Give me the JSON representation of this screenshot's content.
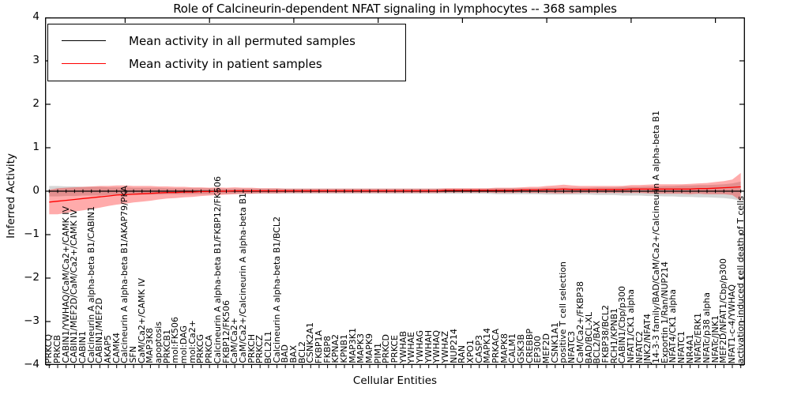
{
  "chart_data": {
    "type": "line",
    "title": "Role of Calcineurin-dependent NFAT signaling in lymphocytes -- 368 samples",
    "xlabel": "Cellular Entities",
    "ylabel": "Inferred Activity",
    "ylim": [
      -4,
      4
    ],
    "yticks": [
      "4",
      "3",
      "2",
      "1",
      "0",
      "-1",
      "-2",
      "-3",
      "-4"
    ],
    "grid": false,
    "legend_position": "upper left",
    "categories": [
      "PRKCQ",
      "PRKCB",
      "CABIN1/YWHAQ/CaM/Ca2+/CAMK IV",
      "CABIN1/MEF2D/CaM/Ca2+/CAMK IV",
      "CABIN1",
      "Calcineurin A alpha-beta B1/CABIN1",
      "CABIN1/MEF2D",
      "AKAP5",
      "CAMK4",
      "Calcineurin A alpha-beta B1/AKAP79/PKA",
      "SFN",
      "CaM/Ca2+/CAMK IV",
      "MAP3K8",
      "apoptosis",
      "PRKCB1",
      "mol:FK506",
      "mol:DAG",
      "mol:Ca2+",
      "PRKCG",
      "PRKCA",
      "Calcineurin A alpha-beta B1/FKBP12/FK506",
      "FKBP12/FK506",
      "CaM/Ca2+",
      "CaM/Ca2+/Calcineurin A alpha-beta B1",
      "PRKCH",
      "PRKCZ",
      "BCL2L1",
      "Calcineurin A alpha-beta B1/BCL2",
      "BAD",
      "BAX",
      "BCL2",
      "CSNK2A1",
      "FKBP1A",
      "FKBP8",
      "KPNA2",
      "KPNB1",
      "MAP3K1",
      "MAPK3",
      "MAPK9",
      "PIM1",
      "PRKCD",
      "PRKCE",
      "YWHAB",
      "YWHAE",
      "YWHAG",
      "YWHAH",
      "YWHAQ",
      "YWHAZ",
      "NUP214",
      "RAN",
      "XPO1",
      "CASP3",
      "MAPK14",
      "PRKACA",
      "MAPK8",
      "CALM1",
      "GSK3B",
      "CREBBP",
      "EP300",
      "MEF2D",
      "CSNK1A1",
      "positive T cell selection",
      "NFATC3",
      "CaM/Ca2+/FKBP38",
      "BAD/BCL-XL",
      "BCL2/BAX",
      "FKBP38/BCL2",
      "RCH1/KPNB1",
      "CABIN1/Cbp/p300",
      "NFAT1/CK1 alpha",
      "NFATC2",
      "JNK2/NFAT4",
      "14-3-3 family/BAD/CaM/Ca2+/Calcineurin A alpha-beta B1",
      "Exportin 1/Ran/NUP214",
      "NFAT4/CK1 alpha",
      "NFATC1",
      "NR4A1",
      "NFATc/ERK1",
      "NFATc/p38 alpha",
      "NFATc/JNK1",
      "MEF2D/NFAT1/Cbp/p300",
      "NFAT1-c-4/YWHAQ",
      "activation-induced cell death of T cells"
    ],
    "series": [
      {
        "name": "Mean activity in all permuted samples",
        "color": "#000000",
        "band_color": "rgba(0,0,0,0.16)",
        "values": [
          0,
          0,
          0,
          0,
          0,
          0,
          0,
          0,
          0,
          0,
          0,
          0,
          0,
          0,
          0,
          0,
          0,
          0,
          0,
          0,
          0,
          0,
          0,
          0,
          0,
          0,
          0,
          0,
          0,
          0,
          0,
          0,
          0,
          0,
          0,
          0,
          0,
          0,
          0,
          0,
          0,
          0,
          0,
          0,
          0,
          0,
          0,
          0,
          0,
          0,
          0,
          0,
          0,
          0,
          0,
          0,
          0,
          0,
          0,
          0,
          0,
          0,
          0,
          0,
          0,
          0,
          0,
          0,
          0,
          0,
          0,
          0,
          0,
          0,
          0,
          0,
          0,
          0,
          0,
          0,
          0,
          0,
          0
        ],
        "band_halfwidth": [
          0.12,
          0.12,
          0.11,
          0.11,
          0.1,
          0.1,
          0.1,
          0.09,
          0.09,
          0.09,
          0.08,
          0.08,
          0.08,
          0.08,
          0.07,
          0.07,
          0.07,
          0.07,
          0.07,
          0.07,
          0.06,
          0.06,
          0.06,
          0.06,
          0.06,
          0.06,
          0.06,
          0.06,
          0.06,
          0.06,
          0.06,
          0.06,
          0.06,
          0.06,
          0.06,
          0.06,
          0.06,
          0.06,
          0.06,
          0.06,
          0.06,
          0.06,
          0.06,
          0.06,
          0.06,
          0.06,
          0.06,
          0.06,
          0.06,
          0.06,
          0.06,
          0.06,
          0.06,
          0.07,
          0.07,
          0.07,
          0.07,
          0.07,
          0.07,
          0.08,
          0.08,
          0.08,
          0.08,
          0.08,
          0.08,
          0.09,
          0.09,
          0.09,
          0.1,
          0.1,
          0.1,
          0.11,
          0.11,
          0.12,
          0.12,
          0.13,
          0.13,
          0.14,
          0.14,
          0.15,
          0.16,
          0.18,
          0.22
        ]
      },
      {
        "name": "Mean activity in patient samples",
        "color": "#ff0000",
        "band_color": "rgba(255,0,0,0.33)",
        "values": [
          -0.25,
          -0.23,
          -0.21,
          -0.19,
          -0.17,
          -0.15,
          -0.13,
          -0.11,
          -0.09,
          -0.08,
          -0.07,
          -0.06,
          -0.05,
          -0.04,
          -0.03,
          -0.03,
          -0.02,
          -0.02,
          -0.01,
          -0.01,
          0,
          0,
          0.01,
          0.01,
          0.01,
          0.01,
          0.01,
          0.01,
          0.01,
          0.01,
          0.01,
          0.01,
          0.01,
          0.01,
          0.01,
          0.01,
          0.01,
          0.01,
          0.01,
          0.01,
          0.01,
          0.01,
          0.01,
          0.01,
          0.01,
          0.01,
          0.01,
          0.02,
          0.02,
          0.02,
          0.02,
          0.02,
          0.02,
          0.02,
          0.02,
          0.02,
          0.03,
          0.03,
          0.03,
          0.04,
          0.04,
          0.05,
          0.04,
          0.04,
          0.04,
          0.04,
          0.04,
          0.04,
          0.04,
          0.05,
          0.05,
          0.05,
          0.05,
          0.05,
          0.05,
          0.05,
          0.05,
          0.06,
          0.06,
          0.07,
          0.08,
          0.09,
          0.1
        ],
        "band_halfwidth": [
          0.28,
          0.3,
          0.29,
          0.28,
          0.27,
          0.26,
          0.25,
          0.23,
          0.22,
          0.21,
          0.19,
          0.18,
          0.17,
          0.15,
          0.14,
          0.13,
          0.12,
          0.11,
          0.1,
          0.09,
          0.09,
          0.08,
          0.08,
          0.07,
          0.07,
          0.06,
          0.06,
          0.06,
          0.05,
          0.05,
          0.05,
          0.05,
          0.05,
          0.05,
          0.05,
          0.05,
          0.05,
          0.05,
          0.05,
          0.05,
          0.05,
          0.05,
          0.05,
          0.05,
          0.05,
          0.05,
          0.05,
          0.05,
          0.05,
          0.05,
          0.05,
          0.05,
          0.05,
          0.06,
          0.06,
          0.06,
          0.06,
          0.07,
          0.07,
          0.08,
          0.09,
          0.1,
          0.09,
          0.08,
          0.08,
          0.08,
          0.08,
          0.08,
          0.08,
          0.09,
          0.09,
          0.1,
          0.11,
          0.11,
          0.11,
          0.11,
          0.12,
          0.12,
          0.13,
          0.14,
          0.15,
          0.18,
          0.32
        ]
      }
    ]
  }
}
